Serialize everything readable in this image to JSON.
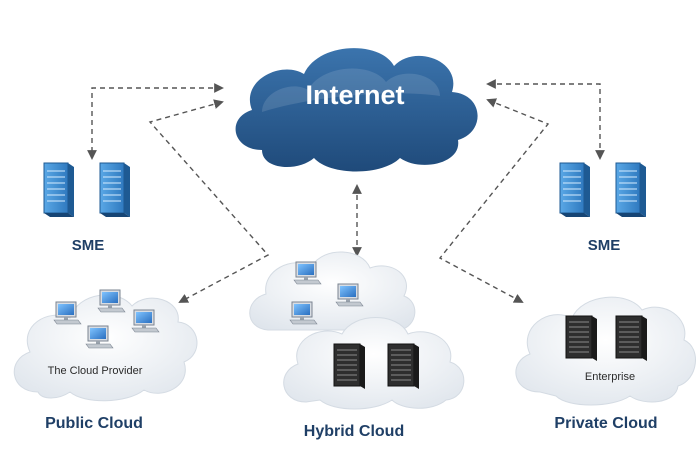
{
  "labels": {
    "internet": "Internet",
    "sme_left": "SME",
    "sme_right": "SME",
    "cloud_provider": "The Cloud Provider",
    "enterprise": "Enterprise",
    "public_cloud": "Public Cloud",
    "hybrid_cloud": "Hybrid Cloud",
    "private_cloud": "Private Cloud"
  },
  "colors": {
    "internet_cloud": "#2b5e93",
    "label_text": "#1f3f66",
    "server_blue": "#3f8fd0",
    "server_dark": "#2b2b2b",
    "connector": "#555555"
  }
}
